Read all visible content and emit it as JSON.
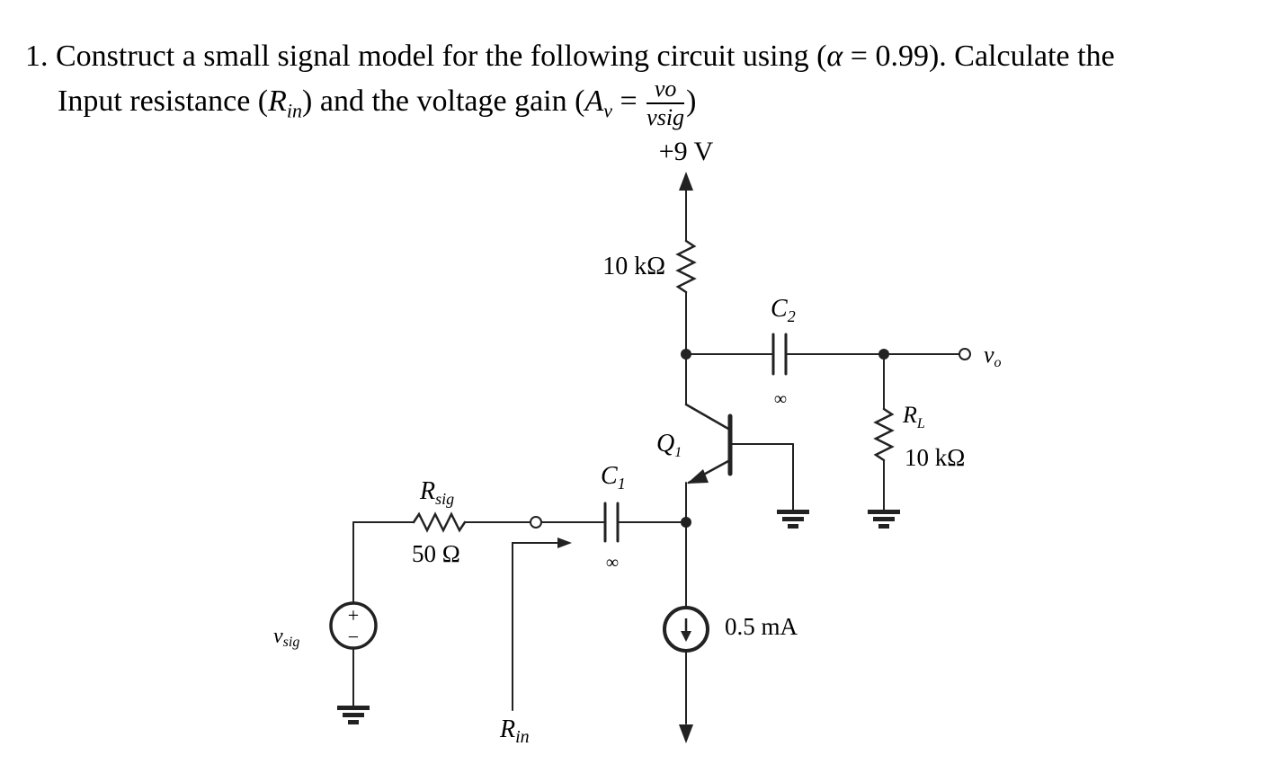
{
  "problem": {
    "number": "1.",
    "line1_prefix": "Construct a small signal model for the following circuit using (",
    "alpha_symbol": "α",
    "alpha_eq": " = 0.99). Calculate the",
    "line2_prefix": "Input resistance (",
    "rin_R": "R",
    "rin_sub": "in",
    "line2_mid": ") and the voltage gain (",
    "av_A": "A",
    "av_sub": "v",
    "equals": " = ",
    "frac_num": "vo",
    "frac_den": "vsig",
    "close": ")"
  },
  "circuit": {
    "supply": "+9 V",
    "rc_value": "10 kΩ",
    "c2_label": "C",
    "c2_sub": "2",
    "c2_inf": "∞",
    "transistor": "Q",
    "transistor_sub": "1",
    "rl_label": "R",
    "rl_sub": "L",
    "rl_value": "10 kΩ",
    "vo_label": "v",
    "vo_sub": "o",
    "c1_label": "C",
    "c1_sub": "1",
    "c1_inf": "∞",
    "rsig_label": "R",
    "rsig_sub": "sig",
    "rsig_value": "50 Ω",
    "vsig_label": "v",
    "vsig_sub": "sig",
    "source_plus": "+",
    "source_minus": "−",
    "current_value": "0.5 mA",
    "rin_label": "R",
    "rin_sub": "in"
  }
}
